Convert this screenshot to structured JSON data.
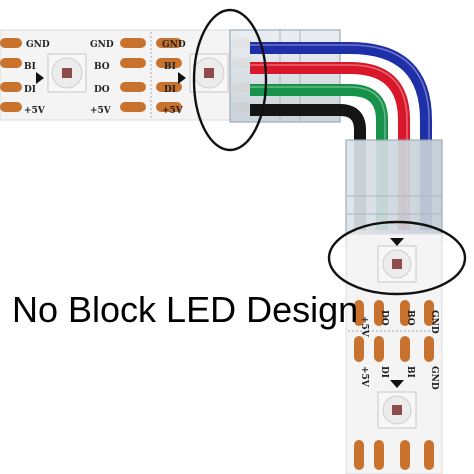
{
  "caption": "No Block LED Design",
  "pad_labels": {
    "gnd": "GND",
    "di": "DI",
    "bi": "BI",
    "do": "DO",
    "bo": "BO",
    "vcc": "+5V"
  },
  "wire_colors": {
    "blue": "#1f2fa8",
    "red": "#d8182a",
    "green": "#17924a",
    "black": "#151515"
  },
  "pad_color": "#c8722e",
  "strip_color": "#f4f4f4",
  "highlight_color": "#111111"
}
